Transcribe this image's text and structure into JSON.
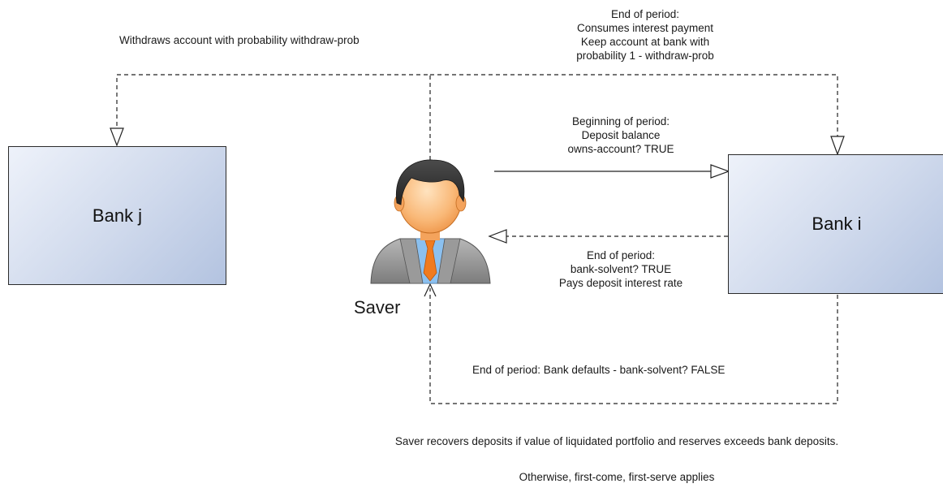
{
  "nodes": {
    "bank_j": "Bank j",
    "bank_i": "Bank i",
    "saver": "Saver"
  },
  "labels": {
    "withdraws": "Withdraws account with probability withdraw-prob",
    "end_period_top": [
      "End of period:",
      "Consumes interest payment",
      "Keep account at bank with",
      "probability 1 - withdraw-prob"
    ],
    "beginning": [
      "Beginning of period:",
      "Deposit balance",
      "owns-account? TRUE"
    ],
    "end_period_mid": [
      "End of period:",
      "bank-solvent? TRUE",
      "Pays deposit interest rate"
    ],
    "default": "End of period: Bank defaults - bank-solvent? FALSE",
    "recovery": "Saver recovers deposits if value of liquidated portfolio and reserves exceeds bank deposits.",
    "fcfs": "Otherwise, first-come, first-serve applies"
  },
  "colors": {
    "box_light": "#eef2fa",
    "box_dark": "#b3c3e0",
    "line": "#222222"
  },
  "icons": {
    "saver": "person-avatar-icon"
  }
}
